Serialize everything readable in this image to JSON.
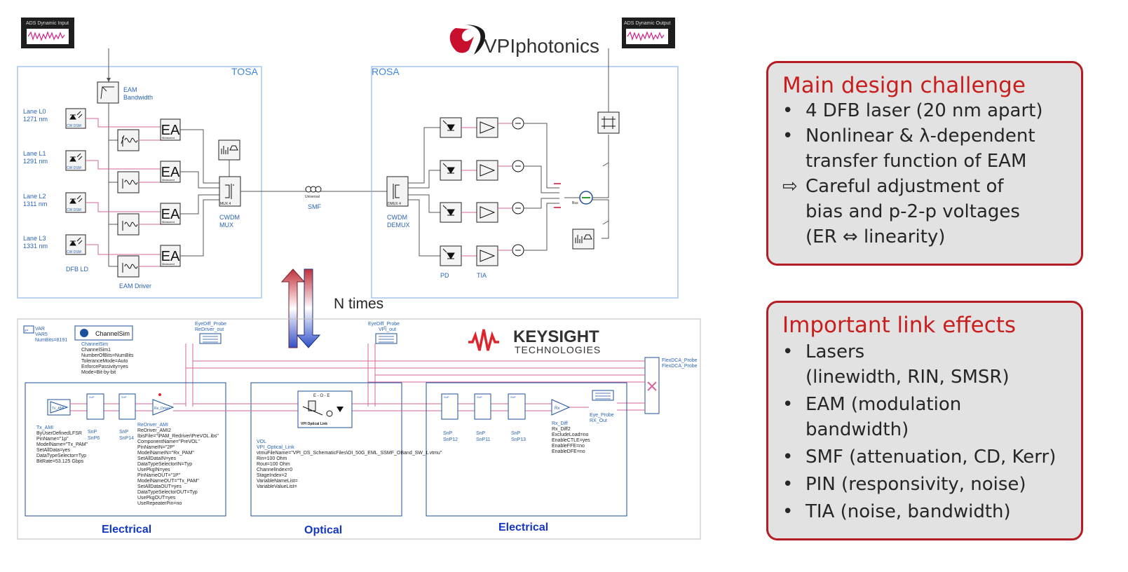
{
  "vpi": {
    "logo_text": "VPIphotonics",
    "ads_input": "ADS Dynamic Input",
    "ads_output": "ADS Dynamic Output",
    "tosa": "TOSA",
    "rosa": "ROSA",
    "eam_bandwidth": [
      "EAM",
      "Bandwidth"
    ],
    "lanes": [
      [
        "Lane L0",
        "1271 nm"
      ],
      [
        "Lane L1",
        "1291 nm"
      ],
      [
        "Lane L2",
        "1311 nm"
      ],
      [
        "Lane L3",
        "1331 nm"
      ]
    ],
    "dfb_ld": "DFB LD",
    "eam_driver": "EAM Driver",
    "cw_dsm": "CW DSM",
    "measured": "Measured",
    "ea_glyph": "EA",
    "mux4": "MUX 4",
    "demux4": "DMUX 4",
    "cwdm_mux": [
      "CWDM",
      "MUX"
    ],
    "cwdm_demux": [
      "CWDM",
      "DEMUX"
    ],
    "universal": "Universal",
    "smf": "SMF",
    "pd": "PD",
    "tia": "TIA",
    "bus": "Bus"
  },
  "arrow_label": "N times",
  "keysight": {
    "brand": "KEYSIGHT",
    "sub": "TECHNOLOGIES",
    "var_block": [
      "VAR",
      "VAR5",
      "NumBits=8191"
    ],
    "channelsim_title": "ChannelSim",
    "channelsim_params": [
      "ChannelSim",
      "ChannelSim1",
      "NumberOfBits=NumBits",
      "ToleranceMode=Auto",
      "EnforcePassivity=yes",
      "Mode=Bit-by-bit"
    ],
    "probe1": [
      "EyeDiff_Probe",
      "ReDriver_out"
    ],
    "probe2": [
      "EyeDiff_Probe",
      "VPI_out"
    ],
    "probe3": [
      "FlexDCA_Probe",
      "FlexDCA_Probe"
    ],
    "eye_probe": [
      "Eye_Probe",
      "RX_Out"
    ],
    "tx_ami": "Tx_AMI",
    "redriver_tag": "Re_Driver",
    "rx_tag": "Rx",
    "snp": "SnP",
    "eoe": "E - O - E",
    "vpi_optical_link": "VPI Optical Link",
    "snp_left": [
      "SnP6",
      "SnP14"
    ],
    "snp_right": [
      "SnP12",
      "SnP11",
      "SnP13"
    ],
    "tx_params": [
      "Tx_AMI",
      "ByUserDefinedLFSR",
      "PinName=\"1p\"",
      "ModelName=\"Tx_PAM\"",
      "SetAllData=yes",
      "DataTypeSelector=Typ",
      "BitRate=53.125 Gbps"
    ],
    "redriver_params": [
      "ReDriver_AMI",
      "ReDriver_AMI2",
      "IbisFile=\"\\PAM_Redriver\\PreVOL.ibs\"",
      "ComponentName=\"PreVOL\"",
      "PinNameIN=\"2P\"",
      "ModelNameIN=\"Rx_PAM\"",
      "SetAllDataIN=yes",
      "DataTypeSelectorIN=Typ",
      "UsePkgIN=yes",
      "PinNameOUT=\"1P\"",
      "ModelNameOUT=\"Tx_PAM\"",
      "SetAllDataOUT=yes",
      "DataTypeSelectorOUT=Typ",
      "UsePkgOUT=yes",
      "UseRepeaterPin=no"
    ],
    "vol_params": [
      "VOL",
      "VPI_Optical_Link",
      "vtmuFileName=\"VPI_DS_SchematicFiles\\OI_50G_EML_SSMF_OBand_SW_1.vtmu\"",
      "Rin=100 Ohm",
      "Rout=100 Ohm",
      "ChannelIndex=0",
      "StageIndex=2",
      "VariableNameList=",
      "VariableValueList="
    ],
    "rx_params": [
      "Rx_Diff",
      "Rx_Diff2",
      "ExcludeLoad=no",
      "EnableCTLE=yes",
      "EnableFFE=no",
      "EnableDFE=no"
    ],
    "labels": [
      "Electrical",
      "Optical",
      "Electrical"
    ]
  },
  "challenge": {
    "title": "Main design challenge",
    "items": [
      {
        "bullet": "•",
        "lines": [
          "4 DFB laser (20 nm apart)"
        ]
      },
      {
        "bullet": "•",
        "lines": [
          "Nonlinear & λ-dependent",
          "transfer function of EAM"
        ]
      },
      {
        "bullet": "⇨",
        "lines": [
          "Careful adjustment of",
          "bias and p-2-p voltages",
          "(ER ⇔ linearity)"
        ]
      }
    ]
  },
  "effects": {
    "title": "Important link effects",
    "items": [
      {
        "bullet": "•",
        "lines": [
          "Lasers",
          "(linewidth, RIN, SMSR)"
        ]
      },
      {
        "bullet": "•",
        "lines": [
          "EAM (modulation",
          "bandwidth)"
        ]
      },
      {
        "bullet": "•",
        "lines": [
          "SMF (attenuation, CD, Kerr)"
        ]
      },
      {
        "bullet": "•",
        "lines": [
          "PIN (responsivity, noise)"
        ]
      },
      {
        "bullet": "•",
        "lines": [
          "TIA (noise, bandwidth)"
        ]
      }
    ]
  },
  "colors": {
    "accent_red": "#c81e1e",
    "box_border": "#b51d24",
    "vpi_blue": "#3e86d6",
    "keysight_red": "#e1232c",
    "label_blue": "#1436c8"
  }
}
